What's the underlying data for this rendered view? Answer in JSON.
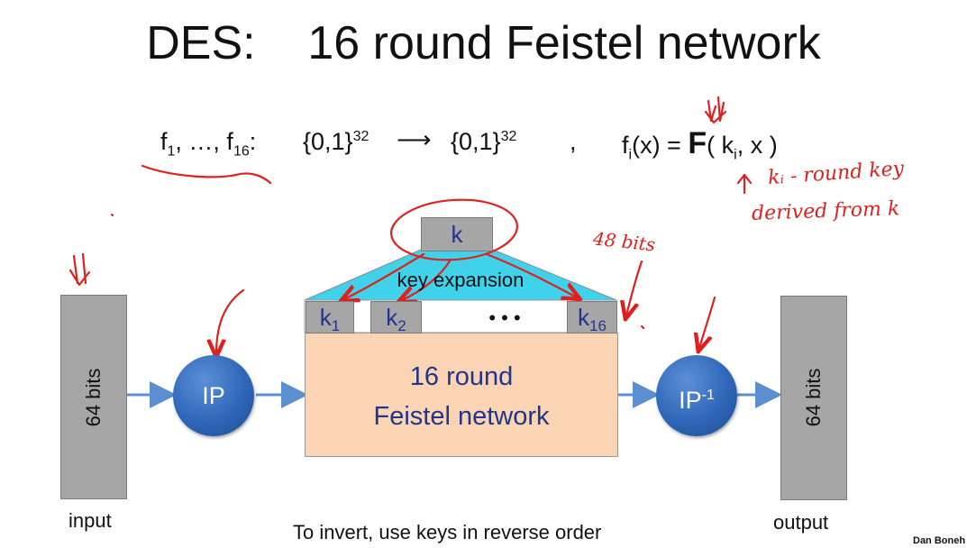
{
  "title": "DES:    16 round Feistel network",
  "formula": {
    "f_prefix": "f",
    "f_sub1": "1",
    "f_mid": ", …, f",
    "f_sub16": "16",
    "f_colon": ":",
    "domain_base": "{0,1}",
    "domain_exp": "32",
    "arrow": "⟶",
    "range_base": "{0,1}",
    "range_exp": "32",
    "comma": ",",
    "fi": "f",
    "fi_sub": "i",
    "fi_arg": "(x) = ",
    "F": "F",
    "F_args_open": "( k",
    "F_args_sub": "i",
    "F_args_close": ", x )"
  },
  "diagram": {
    "input_label": "input",
    "output_label": "output",
    "input_bits": "64  bits",
    "output_bits": "64  bits",
    "ip_label": "IP",
    "ipinv_base": "IP",
    "ipinv_exp": "-1",
    "key_label": "k",
    "key_expansion_label": "key expansion",
    "k1_base": "k",
    "k1_sub": "1",
    "k2_base": "k",
    "k2_sub": "2",
    "dots": "• • •",
    "k16_base": "k",
    "k16_sub": "16",
    "feistel_line1": "16 round",
    "feistel_line2": "Feistel network",
    "bottom_note": "To invert, use keys in reverse order",
    "author": "Dan Boneh"
  },
  "annotations": {
    "round_key_line1": "kᵢ - round key",
    "round_key_line2": "derived from k",
    "bits_48": "48 bits"
  },
  "colors": {
    "gray_box": "#a6a6a6",
    "feistel_fill": "#fbd4b3",
    "key_expansion_fill": "#3fd2ea",
    "circle_blue": "#2f67b8",
    "arrow_blue": "#5b8fd0",
    "box_text_blue": "#22358c",
    "ink_red": "#e0201e"
  }
}
